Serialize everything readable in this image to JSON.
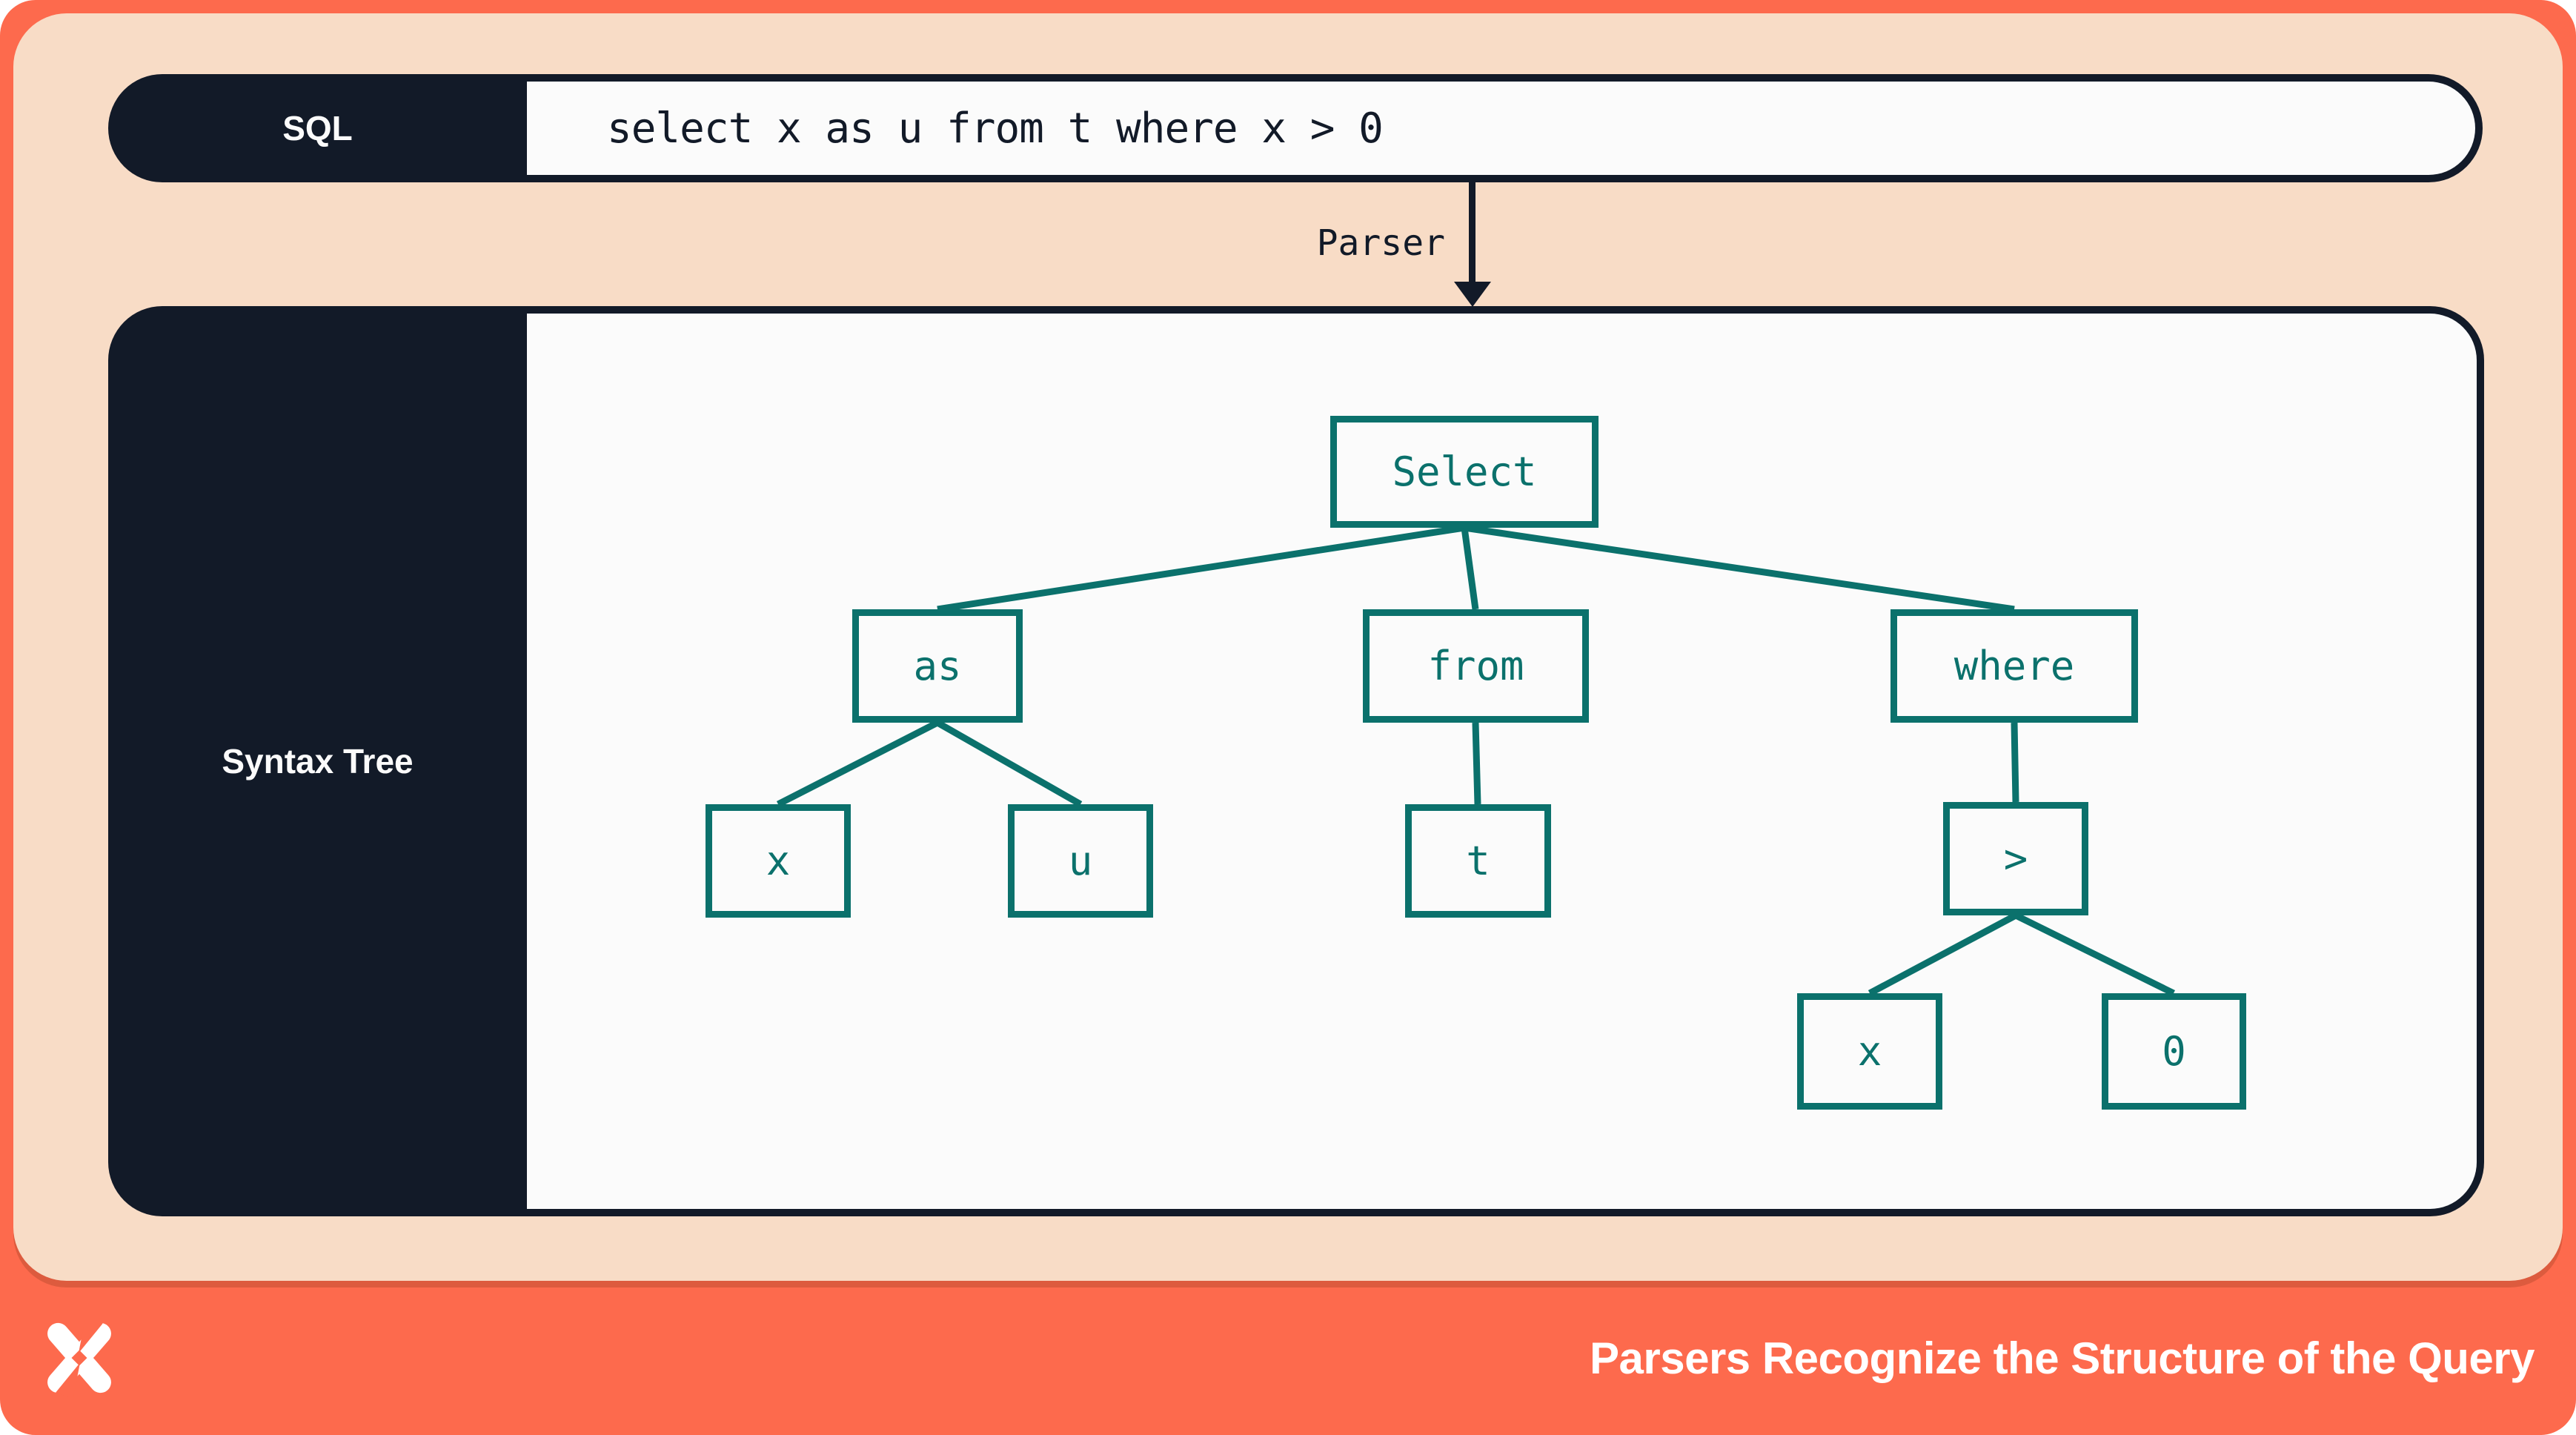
{
  "header": {
    "label": "SQL",
    "query": "select x as u from t where x > 0"
  },
  "parser": {
    "label": "Parser"
  },
  "syntax_tree": {
    "label": "Syntax Tree",
    "nodes": [
      {
        "id": "select",
        "label": "Select"
      },
      {
        "id": "as",
        "label": "as"
      },
      {
        "id": "from",
        "label": "from"
      },
      {
        "id": "where",
        "label": "where"
      },
      {
        "id": "x1",
        "label": "x"
      },
      {
        "id": "u",
        "label": "u"
      },
      {
        "id": "t",
        "label": "t"
      },
      {
        "id": "gt",
        "label": ">"
      },
      {
        "id": "x2",
        "label": "x"
      },
      {
        "id": "zero",
        "label": "0"
      }
    ],
    "edges": [
      [
        "select",
        "as"
      ],
      [
        "select",
        "from"
      ],
      [
        "select",
        "where"
      ],
      [
        "as",
        "x1"
      ],
      [
        "as",
        "u"
      ],
      [
        "from",
        "t"
      ],
      [
        "where",
        "gt"
      ],
      [
        "gt",
        "x2"
      ],
      [
        "gt",
        "zero"
      ]
    ]
  },
  "footer": {
    "caption": "Parsers Recognize the Structure of the Query",
    "logo": "x-star-logo"
  },
  "colors": {
    "frame_orange": "#fd6a4d",
    "peach": "#f8dcc6",
    "navy": "#121a28",
    "teal": "#0b716c",
    "panel_white": "#fbfbfb"
  }
}
